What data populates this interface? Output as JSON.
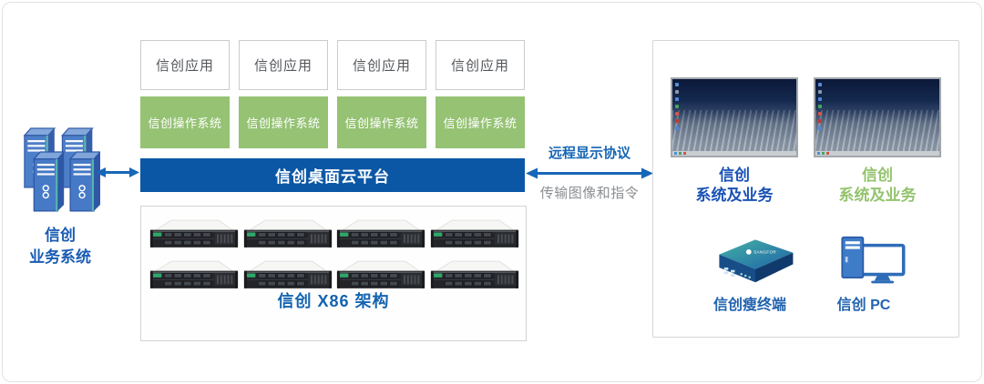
{
  "colors": {
    "platform_bar_blue": "#0B57A5",
    "os_box_green": "#95C273",
    "label_blue": "#1A5CB4",
    "label_green": "#94C36E",
    "arrow_blue": "#1767B8",
    "muted_gray_text": "#8B8E92",
    "app_box_border": "#C9CBCD",
    "panel_border": "#D3D6D9"
  },
  "left_group": {
    "label_line1": "信创",
    "label_line2": "业务系统"
  },
  "platform": {
    "app_boxes": [
      "信创应用",
      "信创应用",
      "信创应用",
      "信创应用"
    ],
    "os_boxes": [
      "信创操作系统",
      "信创操作系统",
      "信创操作系统",
      "信创操作系统"
    ],
    "bar_label": "信创桌面云平台",
    "cluster_label": "信创 X86 架构",
    "rack_server_count": 8
  },
  "link": {
    "protocol_label": "远程显示协议",
    "transfer_label": "传输图像和指令"
  },
  "terminals": {
    "monitor_labels": [
      {
        "line1": "信创",
        "line2": "系统及业务"
      },
      {
        "line1": "信创",
        "line2": "系统及业务"
      }
    ],
    "thin_client_label": "信创瘦终端",
    "thin_client_brand": "SANGFOR",
    "pc_label": "信创 PC"
  }
}
